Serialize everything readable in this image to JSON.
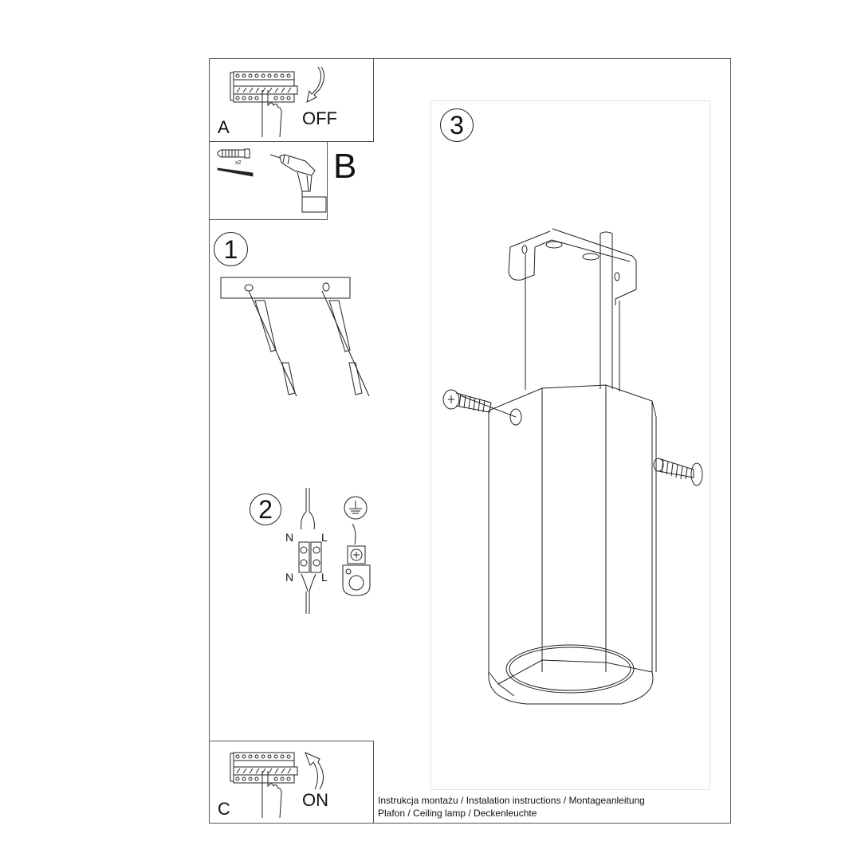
{
  "document": {
    "type": "installation instructions sheet",
    "footer": {
      "line1": "Instrukcja montażu / Instalation instructions / Montageanleitung",
      "line2": "Plafon / Ceiling lamp / Deckenleuchte"
    }
  },
  "panels": {
    "a": {
      "letter": "A",
      "label": "OFF",
      "icon": "circuit-breaker-icon",
      "arrow": "arrow-down-icon"
    },
    "b": {
      "letter": "B",
      "count_label": "x2",
      "icons": [
        "wall-plug-icon",
        "screw-icon",
        "drill-icon"
      ]
    },
    "c": {
      "letter": "C",
      "label": "ON",
      "icon": "circuit-breaker-icon",
      "arrow": "arrow-up-icon"
    }
  },
  "steps": [
    {
      "number": "1",
      "description_icon": "mounting-plate-with-anchors-icon"
    },
    {
      "number": "2",
      "wire_labels": {
        "top_left": "N",
        "top_right": "L",
        "bottom_left": "N",
        "bottom_right": "L"
      },
      "icons": [
        "terminal-block-icon",
        "ground-symbol-icon",
        "ground-terminal-icon"
      ]
    },
    {
      "number": "3",
      "description_icon": "hexagonal-ceiling-lamp-assembly-icon"
    }
  ],
  "colors": {
    "line": "#222222",
    "border": "#555555",
    "frame": "#e2e2e2",
    "background": "#ffffff"
  }
}
